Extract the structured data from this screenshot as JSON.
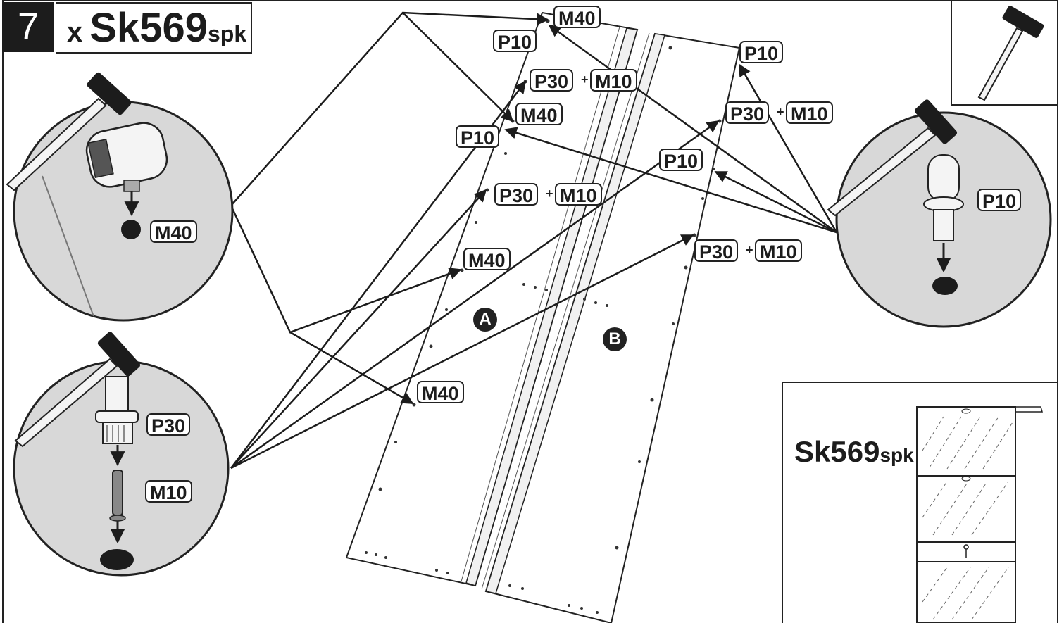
{
  "step": {
    "number": "7",
    "quantity": "x",
    "model": "Sk569",
    "model_suffix": "spk"
  },
  "panels": {
    "a_label": "A",
    "b_label": "B"
  },
  "labels": {
    "m40_top": "M40",
    "p10_top_left": "P10",
    "p30_1": "P30",
    "m10_1": "M10",
    "m40_2": "M40",
    "p10_2": "P10",
    "p30_2": "P30",
    "m10_2": "M10",
    "m40_3": "M40",
    "m40_4": "M40",
    "p10_right_top": "P10",
    "p30_right": "P30",
    "m10_right": "M10",
    "p10_right_mid": "P10",
    "p30_right_low": "P30",
    "m10_right_low": "M10",
    "plus": "+"
  },
  "callouts": {
    "m40_callout": "M40",
    "p30_callout": "P30",
    "m10_callout": "M10",
    "p10_callout": "P10"
  },
  "result": {
    "model": "Sk569",
    "model_suffix": "spk"
  },
  "icons": {
    "tool": "hammer-icon",
    "drill": "drill-icon",
    "dowel": "dowel-icon",
    "cam_bolt": "cam-bolt-icon"
  },
  "colors": {
    "ink": "#1c1c1c",
    "callout_fill": "#d8d8d8",
    "panel_fill": "#ffffff"
  }
}
